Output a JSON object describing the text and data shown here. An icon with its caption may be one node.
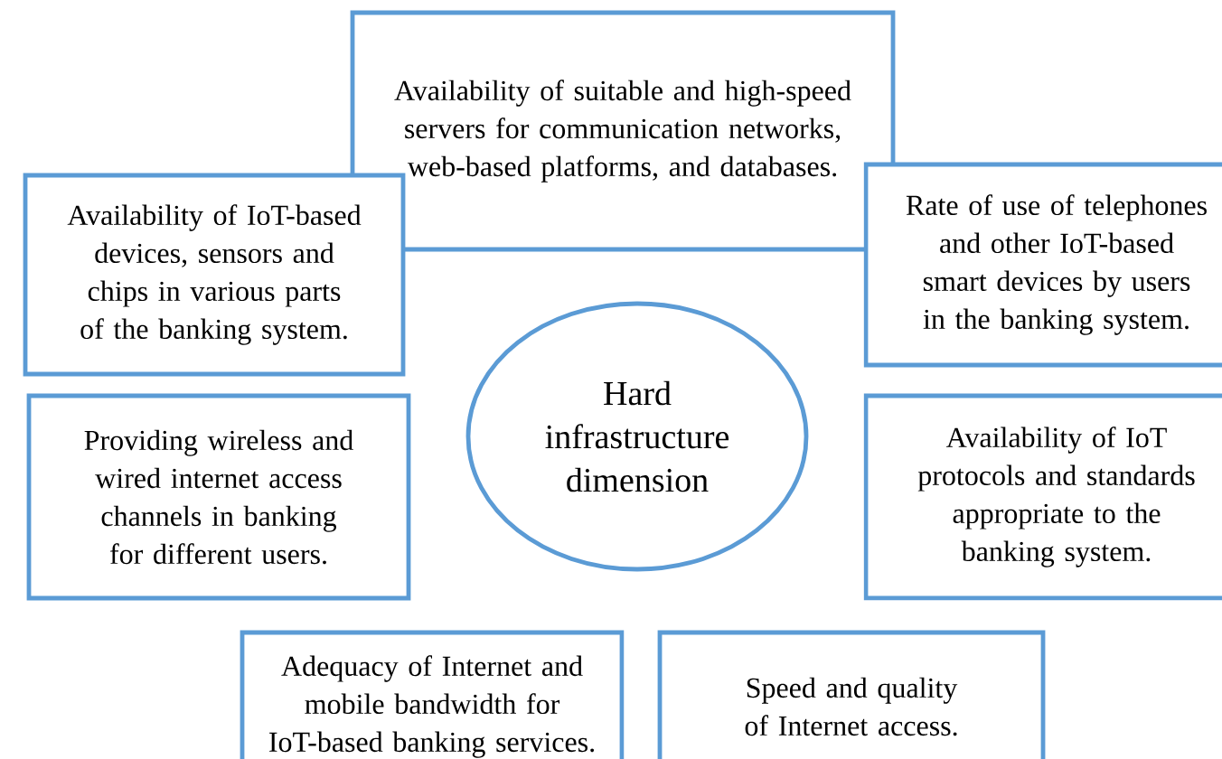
{
  "diagram": {
    "nodes": [
      {
        "text": [
          "Availability of suitable and high-speed servers for communication networks, web-based platforms, and databases."
        ]
      },
      {
        "text": [
          "Availability of IoT-based devices, sensors and chips in various parts of the banking system."
        ]
      },
      {
        "text": [
          "Rate of use of telephones and other IoT-based smart devices by users in the banking system."
        ]
      },
      {
        "text": [
          "Hard infrastructure dimension"
        ]
      },
      {
        "text": [
          "Providing wireless and wired internet access channels in banking for different users."
        ]
      },
      {
        "text": [
          "Availability of IoT protocols and standards appropriate to the banking system."
        ]
      },
      {
        "text": [
          "Adequacy of Internet and mobile bandwidth for IoT-based banking services."
        ]
      },
      {
        "text": [
          "Speed and quality of Internet access."
        ]
      }
    ]
  }
}
